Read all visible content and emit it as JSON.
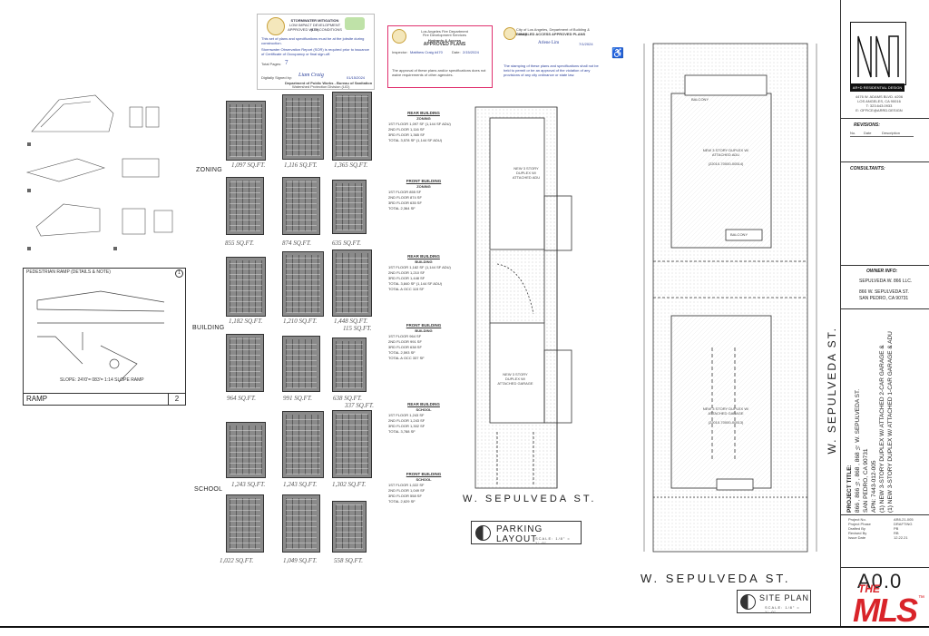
{
  "stamps": {
    "storm": {
      "title": "STORMWATER MITIGATION",
      "subtitle": "LOW IMPACT DEVELOPMENT (LID)",
      "line3": "APPROVED WITH CONDITIONS",
      "body1": "This set of plans and specifications must be at the jobsite during construction.",
      "body2": "Stormwater Observation Report (SOR) is required prior to issuance of Certificate of Occupancy or final sign-off.",
      "pages_label": "Total Pages:",
      "pages_value": "7",
      "signed_label": "Digitally Signed by:",
      "signed_name": "Liam Craig",
      "signed_date": "01/15/2024",
      "dept": "Department of Public Works - Bureau of Sanitation",
      "dept2": "Watershed Protection Division (LID)"
    },
    "hydrant": {
      "dept": "Los Angeles Fire Department",
      "sub": "Fire Development Services",
      "title": "Hydrants & Access",
      "title2": "APPROVED PLANS",
      "inspector_label": "Inspector:",
      "inspector": "Matthew Craig #470",
      "date_label": "Date:",
      "date": "2/15/2024",
      "body": "The approval of these plans and/or specifications does not waive requirements of other agencies."
    },
    "disabled": {
      "dept": "City of Los Angeles, Department of Building & Safety,",
      "title": "DISABLED ACCESS APPROVED PLANS",
      "name": "Arlene Lim",
      "date": "7/1/2024",
      "body": "The stamping of these plans and specifications shall not be held to permit or be an approval of the violation of any provisions of any city ordinance or state law."
    }
  },
  "left_details": {
    "labels": [
      "PEDESTRIAN RAMP (DETAILS & NOTE)",
      "RAMP"
    ],
    "slope_note": "SLOPE: 24'/0'= 083'= 1:14 SLOPE RAMP",
    "sheet_no": "2",
    "detail_num": "1"
  },
  "floor_plans": {
    "rows": [
      "ZONING",
      "BUILDING",
      "SCHOOL"
    ],
    "areas_row1": [
      "1,097 SQ.FT.",
      "1,116 SQ.FT.",
      "1,365 SQ.FT."
    ],
    "areas_row2": [
      "855 SQ.FT.",
      "874 SQ.FT.",
      "635 SQ.FT."
    ],
    "areas_row3": [
      "1,182 SQ.FT.",
      "1,210 SQ.FT.",
      "1,448 SQ.FT."
    ],
    "areas_row3b": "115 SQ.FT.",
    "areas_row4": [
      "964 SQ.FT.",
      "991 SQ.FT.",
      "638 SQ.FT."
    ],
    "areas_row4b": "337 SQ.FT.",
    "areas_row5": [
      "1,243 SQ.FT.",
      "1,243 SQ.FT.",
      "1,302 SQ.FT."
    ],
    "areas_row6": [
      "1,022 SQ.FT.",
      "1,049 SQ.FT.",
      "558 SQ.FT."
    ]
  },
  "tables": [
    {
      "head": "REAR BUILDING",
      "sub": "ZONING",
      "rows": [
        "1ST FLOOR  1,097 SF (1,144 SF ADU)",
        "2ND FLOOR  1,116 SF",
        "3RD FLOOR  1,365 SF",
        "TOTAL  3,578 SF (1,144 SF ADU)"
      ]
    },
    {
      "head": "FRONT BUILDING",
      "sub": "ZONING",
      "rows": [
        "1ST FLOOR  855 SF",
        "2ND FLOOR  874 SF",
        "3RD FLOOR  635 SF",
        "TOTAL  2,364 SF"
      ]
    },
    {
      "head": "REAR BUILDING",
      "sub": "BUILDING",
      "rows": [
        "1ST FLOOR  1,182 SF (1,144 SF ADU)",
        "2ND FLOOR  1,210 SF",
        "3RD FLOOR  1,448 SF",
        "TOTAL  3,840 SF (1,144 SF ADU)",
        "TOTAL A OCC  115 SF"
      ]
    },
    {
      "head": "FRONT BUILDING",
      "sub": "BUILDING",
      "rows": [
        "1ST FLOOR  964 SF",
        "2ND FLOOR  991 SF",
        "3RD FLOOR  638 SF",
        "TOTAL  2,593 SF",
        "TOTAL A OCC  337 SF"
      ]
    },
    {
      "head": "REAR BUILDING",
      "sub": "SCHOOL",
      "rows": [
        "1ST FLOOR  1,243 SF",
        "2ND FLOOR  1,243 SF",
        "3RD FLOOR  1,302 SF",
        "TOTAL  3,788 SF"
      ]
    },
    {
      "head": "FRONT BUILDING",
      "sub": "SCHOOL",
      "rows": [
        "1ST FLOOR  1,022 SF",
        "2ND FLOOR  1,049 SF",
        "3RD FLOOR  558 SF",
        "TOTAL  2,629 SF"
      ]
    }
  ],
  "parking": {
    "upper_label": "NEW 3 STORY DUPLEX W/ ATTACHED ADU",
    "lower_label": "NEW 3 STORY DUPLEX W/ ATTACHED GARAGE",
    "street": "W. SEPULVEDA ST.",
    "title": "PARKING LAYOUT",
    "scale": "SCALE: 1/8\" = 1'-0\""
  },
  "site": {
    "upper_label": "NEW 3 STORY DUPLEX W/ ATTACHED ADU",
    "upper_permit": "(22010-70000-00514)",
    "lower_label": "NEW 3 STORY DUPLEX W/ ATTACHED GARAGE",
    "lower_permit": "(22010-70000-00513)",
    "balcony": "BALCONY",
    "street": "W. SEPULVEDA ST.",
    "street_vertical": "W. SEPULVEDA ST.",
    "title": "SITE PLAN",
    "scale": "SCALE: 1/8\" = 1'-0\""
  },
  "titleblock": {
    "firm": "AR+D RESIDENTIAL DESIGN",
    "address1": "4476 W. ADAMS BLVD. #206",
    "address2": "LOS ANGELES, CA 90016",
    "phone": "T: 323.643.0933",
    "email": "E: OFFICE@ARRD.DESIGN",
    "revisions": "REVISIONS:",
    "rev_cols": [
      "No.",
      "Date",
      "Description"
    ],
    "consultants": "CONSULTANTS:",
    "owner_head": "OWNER INFO:",
    "owner_name": "SEPULVEDA W. 866 LLC.",
    "owner_addr1": "866 W. SEPULVEDA ST.",
    "owner_addr2": "SAN PEDRO, CA 90731",
    "project_title_label": "PROJECT TITLE:",
    "project_addr": "866 , 866 ½, 868 , 868 ½ W. SEPULVEDA ST.",
    "project_city": "SAN PEDRO, CA 90731",
    "project_apn": "APN: 7443-012-005",
    "project_desc1": "(1) NEW 3-STORY DUPLEX W/ ATTACHED 2-CAR GARAGE &",
    "project_desc2": "(1) NEW 3-STORY DUPLEX W/ ATTACHED 1-CAR GARAGE & ADU",
    "meta": [
      "Project No.",
      "Project Phase",
      "Drafted By",
      "Revised By",
      "Issue Date"
    ],
    "meta_vals": [
      "AR8-21-005",
      "DRAFTING",
      "PB",
      "RB",
      "12.22.21"
    ],
    "sheet": "A0.0"
  },
  "watermark": {
    "the": "THE",
    "mls": "MLS",
    "reg": "™"
  }
}
